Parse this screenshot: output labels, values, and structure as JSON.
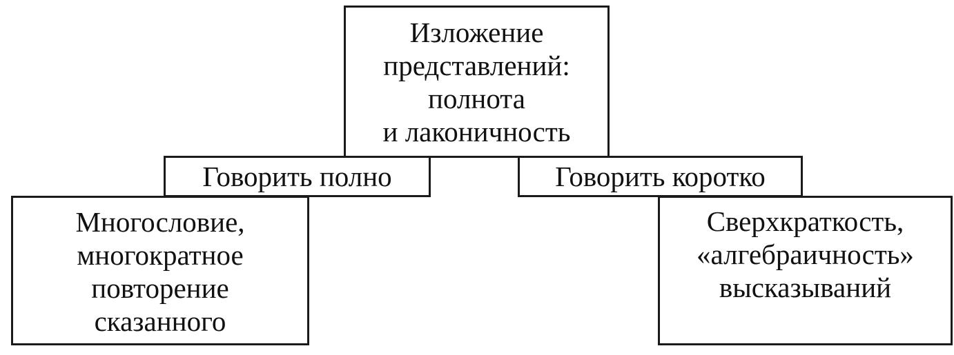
{
  "root": {
    "lines": [
      "Изложение",
      "представлений:",
      "полнота",
      "и лаконичность"
    ]
  },
  "left_branch": {
    "label": "Говорить полно",
    "lines": [
      "Многословие,",
      "многократное",
      "повторение",
      "сказанного"
    ]
  },
  "right_branch": {
    "label": "Говорить коротко",
    "lines": [
      "Сверхкраткость,",
      "«алгебраичность»",
      "высказываний"
    ]
  },
  "colors": {
    "border": "#1a1a1a",
    "text": "#111111",
    "background": "#ffffff"
  }
}
